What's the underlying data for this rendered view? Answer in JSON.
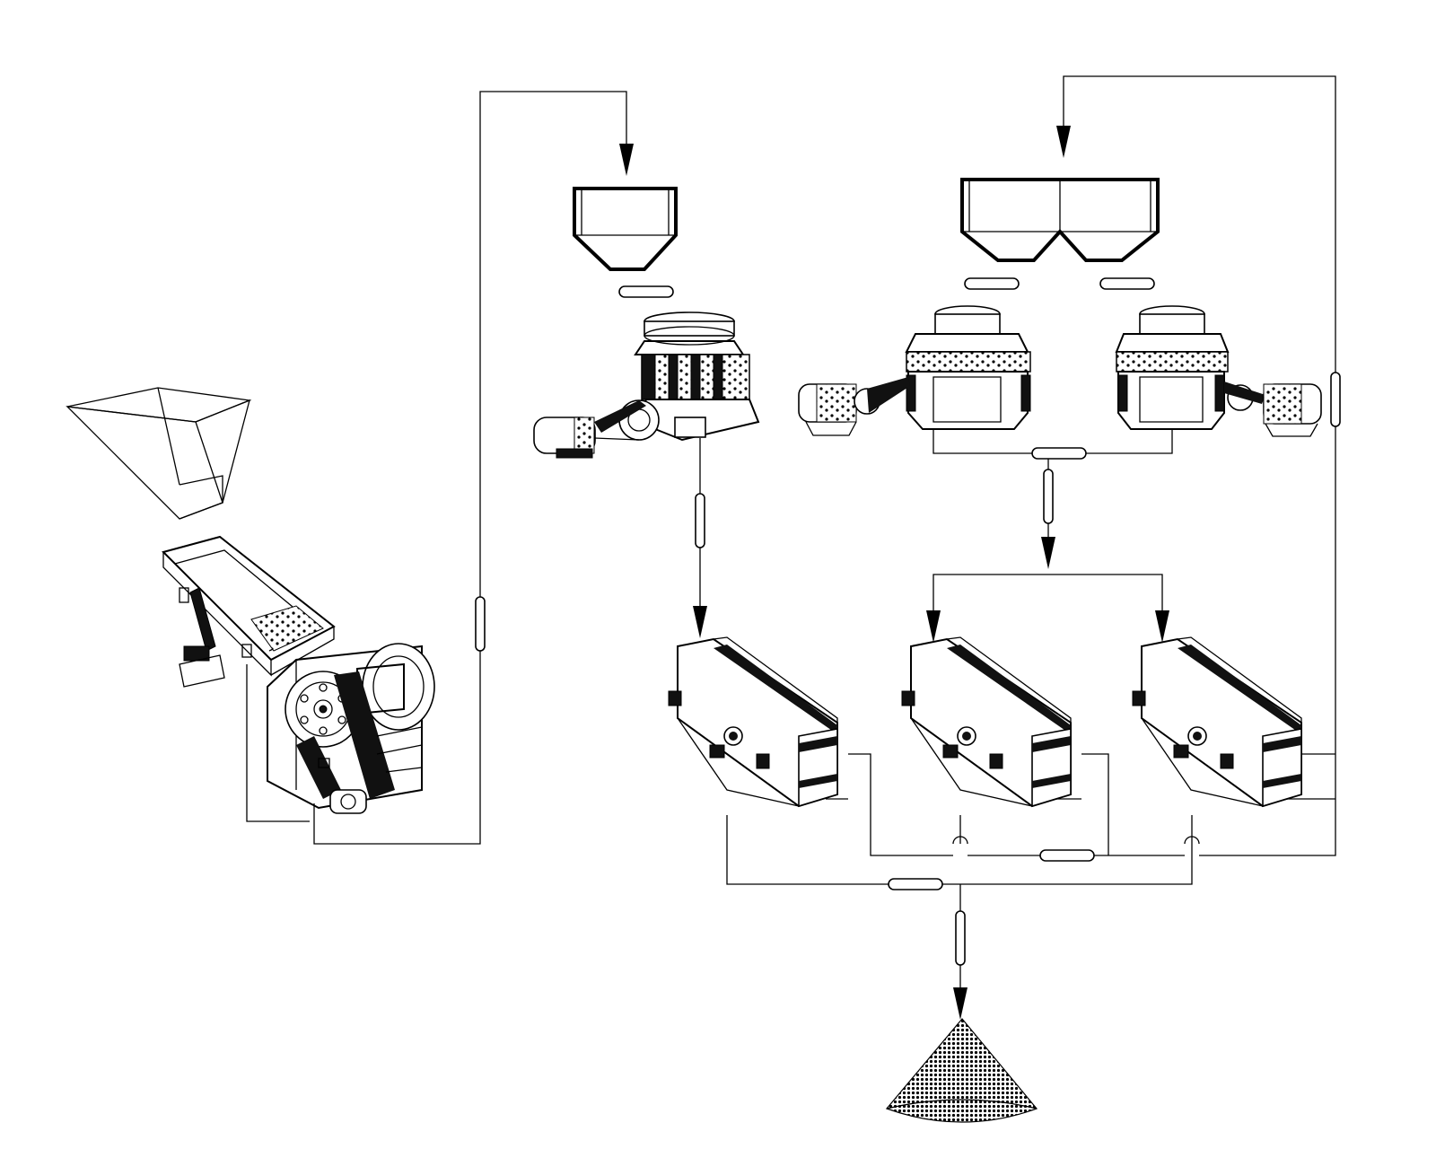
{
  "diagram": {
    "background": "#ffffff",
    "line_color": "#000000",
    "equipment": [
      {
        "id": "feed-hopper",
        "icon": "hopper-icon"
      },
      {
        "id": "vibrating-feeder",
        "icon": "vibrating-feeder-icon"
      },
      {
        "id": "jaw-crusher",
        "icon": "jaw-crusher-icon"
      },
      {
        "id": "bin-1",
        "icon": "surge-bin-icon"
      },
      {
        "id": "cone-crusher-1",
        "icon": "cone-crusher-icon"
      },
      {
        "id": "bin-2",
        "icon": "twin-surge-bin-icon"
      },
      {
        "id": "cone-crusher-2",
        "icon": "cone-crusher-icon"
      },
      {
        "id": "cone-crusher-3",
        "icon": "cone-crusher-icon"
      },
      {
        "id": "screen-1",
        "icon": "vibrating-screen-icon"
      },
      {
        "id": "screen-2",
        "icon": "vibrating-screen-icon"
      },
      {
        "id": "screen-3",
        "icon": "vibrating-screen-icon"
      },
      {
        "id": "product-stockpile",
        "icon": "stockpile-cone-icon"
      }
    ]
  }
}
